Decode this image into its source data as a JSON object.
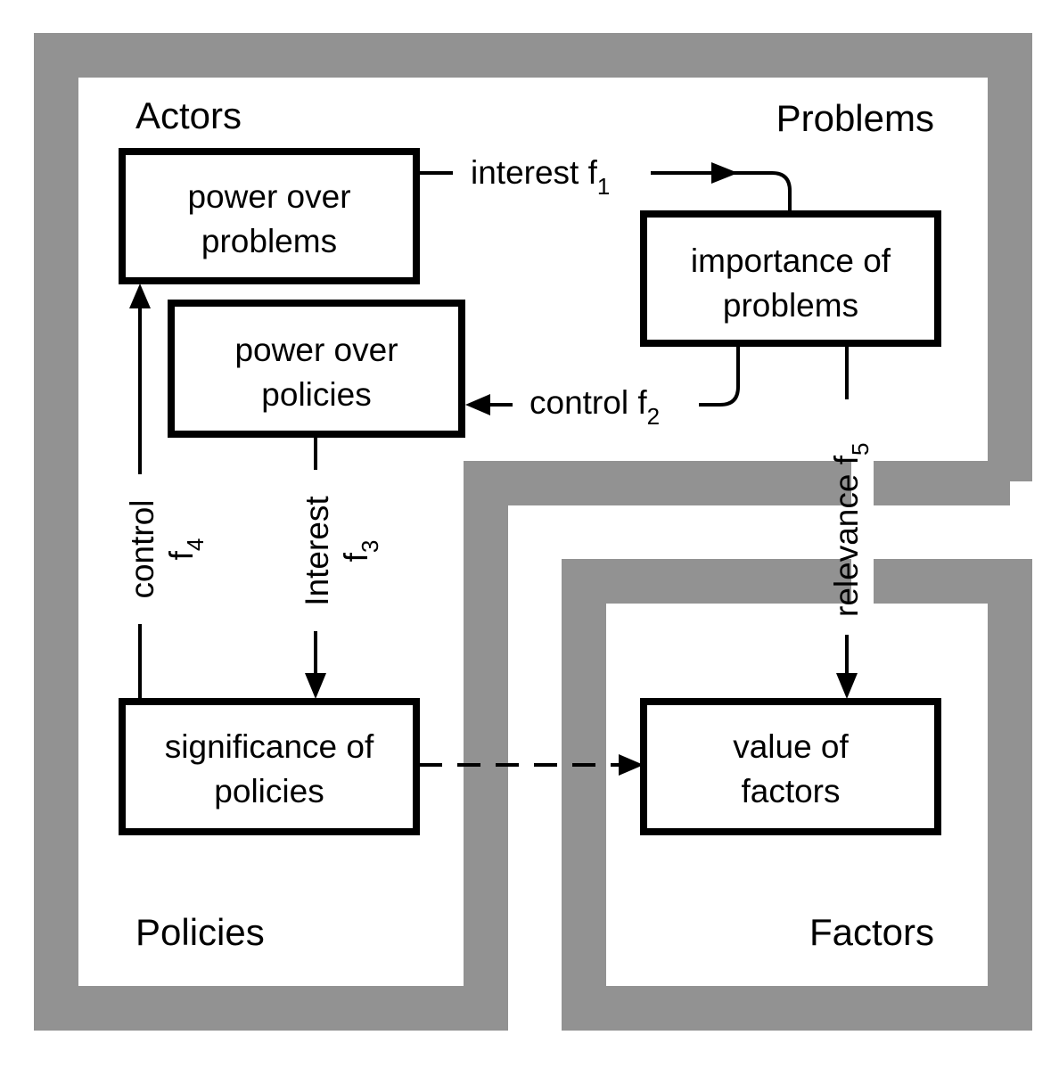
{
  "regions": {
    "actors": "Actors",
    "problems": "Problems",
    "policies": "Policies",
    "factors": "Factors"
  },
  "nodes": {
    "power_over_problems": [
      "power over",
      "problems"
    ],
    "importance_of_problems": [
      "importance of",
      "problems"
    ],
    "power_over_policies": [
      "power over",
      "policies"
    ],
    "significance_of_policies": [
      "significance of",
      "policies"
    ],
    "value_of_factors": [
      "value of",
      "factors"
    ]
  },
  "edges": {
    "f1": {
      "label": "interest f",
      "sub": "1"
    },
    "f2": {
      "label": "control f",
      "sub": "2"
    },
    "f3": {
      "label": "Interest",
      "f": "f",
      "sub": "3"
    },
    "f4": {
      "label": "control",
      "f": "f",
      "sub": "4"
    },
    "f5": {
      "label": "relevance f",
      "sub": "5"
    }
  },
  "colors": {
    "wall": "#929292",
    "box_stroke": "#000000",
    "background": "#ffffff"
  }
}
